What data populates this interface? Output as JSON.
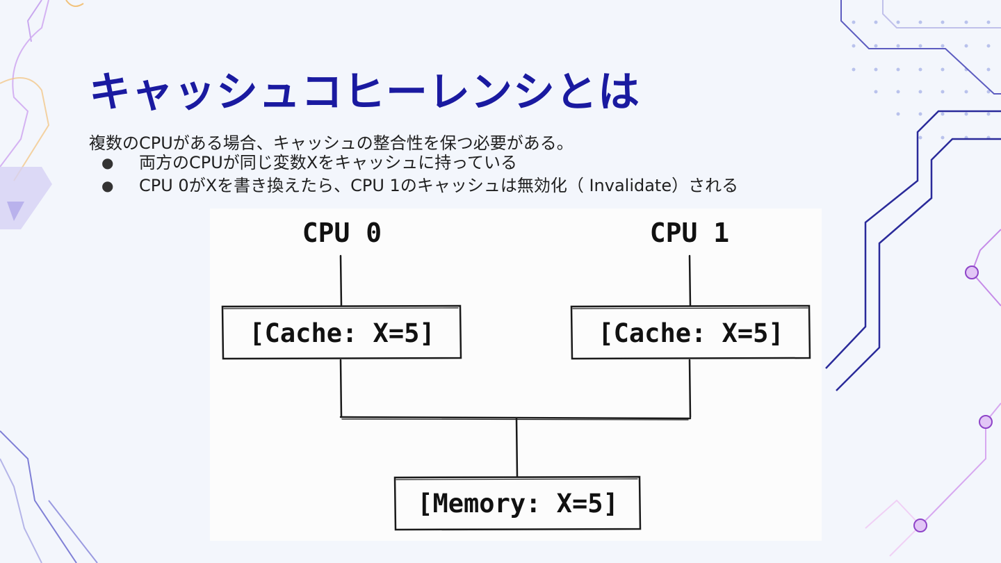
{
  "slide": {
    "title": "キャッシュコヒーレンシとは",
    "intro": "複数のCPUがある場合、キャッシュの整合性を保つ必要がある。",
    "bullets": [
      "両方のCPUが同じ変数Xをキャッシュに持っている",
      "CPU 0がXを書き換えたら、CPU 1のキャッシュは無効化（ Invalidate）される"
    ]
  },
  "diagram": {
    "cpu0_label": "CPU 0",
    "cpu1_label": "CPU 1",
    "cache0_label": "[Cache: X=5]",
    "cache1_label": "[Cache: X=5]",
    "memory_label": "[Memory: X=5]"
  },
  "colors": {
    "title": "#1a1aa0",
    "accent_purple": "#9b59d6",
    "accent_navy": "#2a2a9a"
  }
}
